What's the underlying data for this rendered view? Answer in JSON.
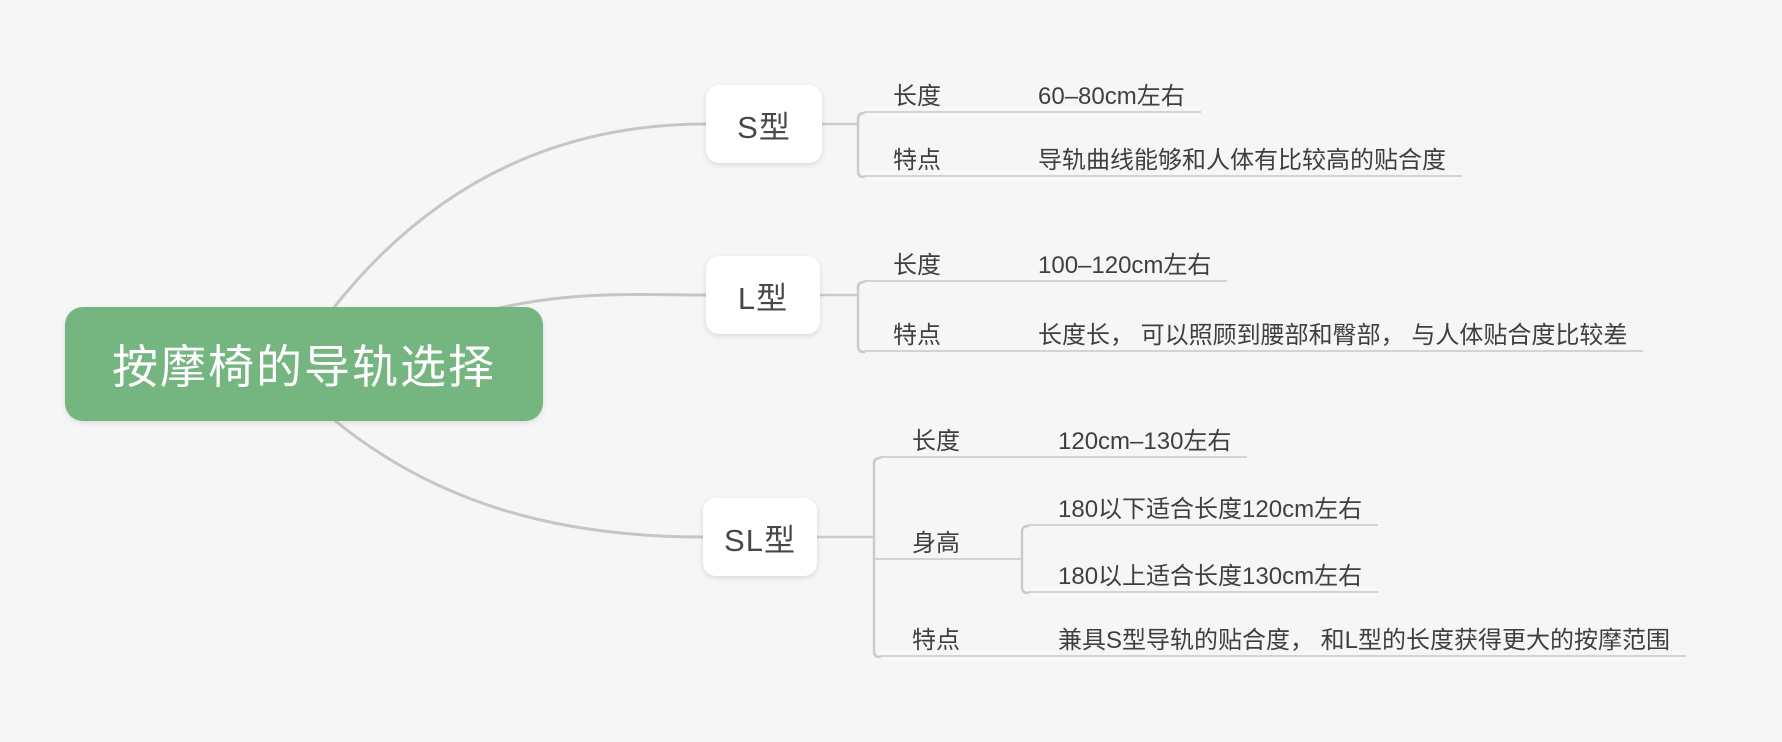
{
  "diagram": {
    "type": "mindmap",
    "background": "#f6f6f6",
    "root": {
      "label": "按摩椅的导轨选择",
      "fill": "#74b580",
      "text_color": "#ffffff"
    },
    "branches": [
      {
        "label": "S型",
        "rows": [
          {
            "label": "长度",
            "value": "60–80cm左右"
          },
          {
            "label": "特点",
            "value": "导轨曲线能够和人体有比较高的贴合度"
          }
        ]
      },
      {
        "label": "L型",
        "rows": [
          {
            "label": "长度",
            "value": "100–120cm左右"
          },
          {
            "label": "特点",
            "value": "长度长， 可以照顾到腰部和臀部， 与人体贴合度比较差"
          }
        ]
      },
      {
        "label": "SL型",
        "rows": [
          {
            "label": "长度",
            "value": "120cm–130左右"
          },
          {
            "label": "身高",
            "children": [
              "180以下适合长度120cm左右",
              "180以上适合长度130cm左右"
            ]
          },
          {
            "label": "特点",
            "value": "兼具S型导轨的贴合度， 和L型的长度获得更大的按摩范围"
          }
        ]
      }
    ]
  }
}
